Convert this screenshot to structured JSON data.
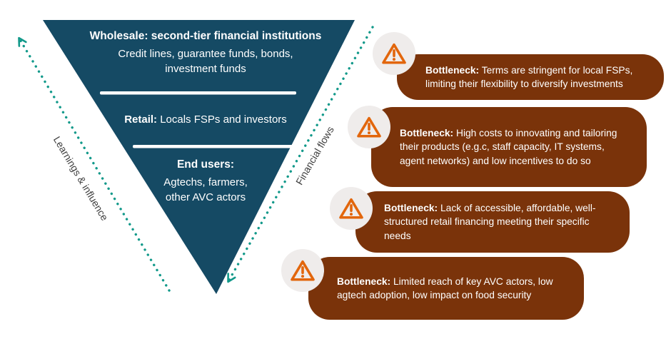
{
  "colors": {
    "navy": "#154A64",
    "teal": "#12998A",
    "brown": "#7A330A",
    "orange": "#E2660C",
    "circle": "#EFECEB"
  },
  "funnel": {
    "tiers": [
      {
        "title": "Wholesale: second-tier financial institutions",
        "body": "Credit lines, guarantee funds, bonds,\ninvestment funds"
      },
      {
        "bold": "Retail:",
        "rest": " Locals FSPs and investors"
      },
      {
        "title": "End users:",
        "body": "Agtechs, farmers,\nother AVC actors"
      }
    ]
  },
  "arrows": {
    "left_label": "Learnings & influence",
    "right_label": "Financial flows"
  },
  "cards": [
    {
      "label": "Bottleneck:",
      "text": " Terms are stringent for local FSPs, limiting their flexibility to diversify investments"
    },
    {
      "label": "Bottleneck:",
      "text": " High costs to innovating and tailoring their products (e.g.c, staff capacity, IT systems, agent networks) and low incentives to do so"
    },
    {
      "label": "Bottleneck:",
      "text": " Lack of accessible, affordable, well-structured retail financing meeting their specific needs"
    },
    {
      "label": "Bottleneck:",
      "text": " Limited reach of key AVC actors, low agtech adoption, low impact on food security"
    }
  ]
}
